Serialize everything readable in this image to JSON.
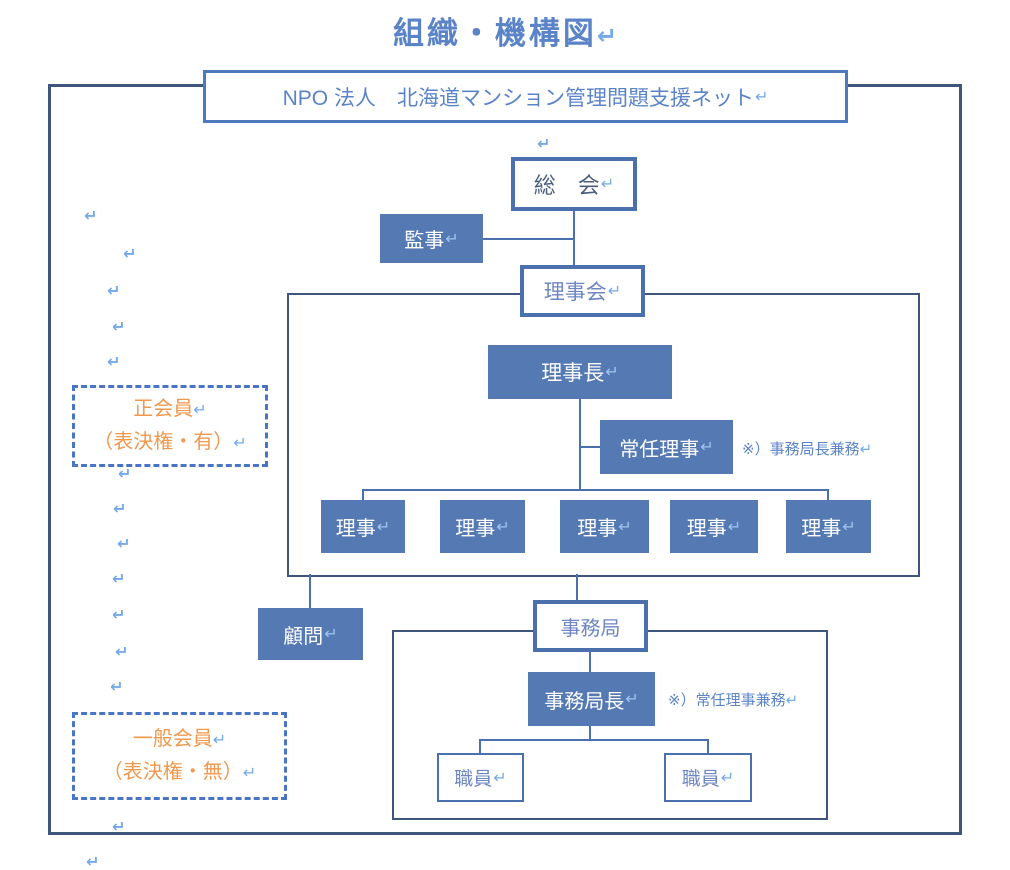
{
  "title": "組織・機構図",
  "return_mark": "↵",
  "org_box": {
    "label": "NPO 法人　北海道マンション管理問題支援ネット"
  },
  "nodes": {
    "soukai": "総　会",
    "kanji": "監事",
    "rijikai": "理事会",
    "rijicho": "理事長",
    "jonin_riji": "常任理事",
    "riji": [
      "理事",
      "理事",
      "理事",
      "理事",
      "理事"
    ],
    "komon": "顧問",
    "jimukyoku": "事務局",
    "jimukyokucho": "事務局長",
    "shokuin": [
      "職員",
      "職員"
    ]
  },
  "notes": {
    "jonin_riji": "※）事務局長兼務",
    "jimukyokucho": "※）常任理事兼務"
  },
  "member_boxes": {
    "regular": {
      "line1": "正会員",
      "line2": "（表決権・有）"
    },
    "general": {
      "line1": "一般会員",
      "line2": "（表決権・無）"
    }
  },
  "colors": {
    "title_blue": "#5b84c8",
    "box_fill": "#5579b3",
    "box_border": "#4a71ad",
    "container_border": "#3f567c",
    "paragraph_mark": "#74a9ea",
    "member_orange": "#f0984e",
    "dark_node_text": "#4d5f80",
    "light_node_text": "#6e87c2"
  }
}
